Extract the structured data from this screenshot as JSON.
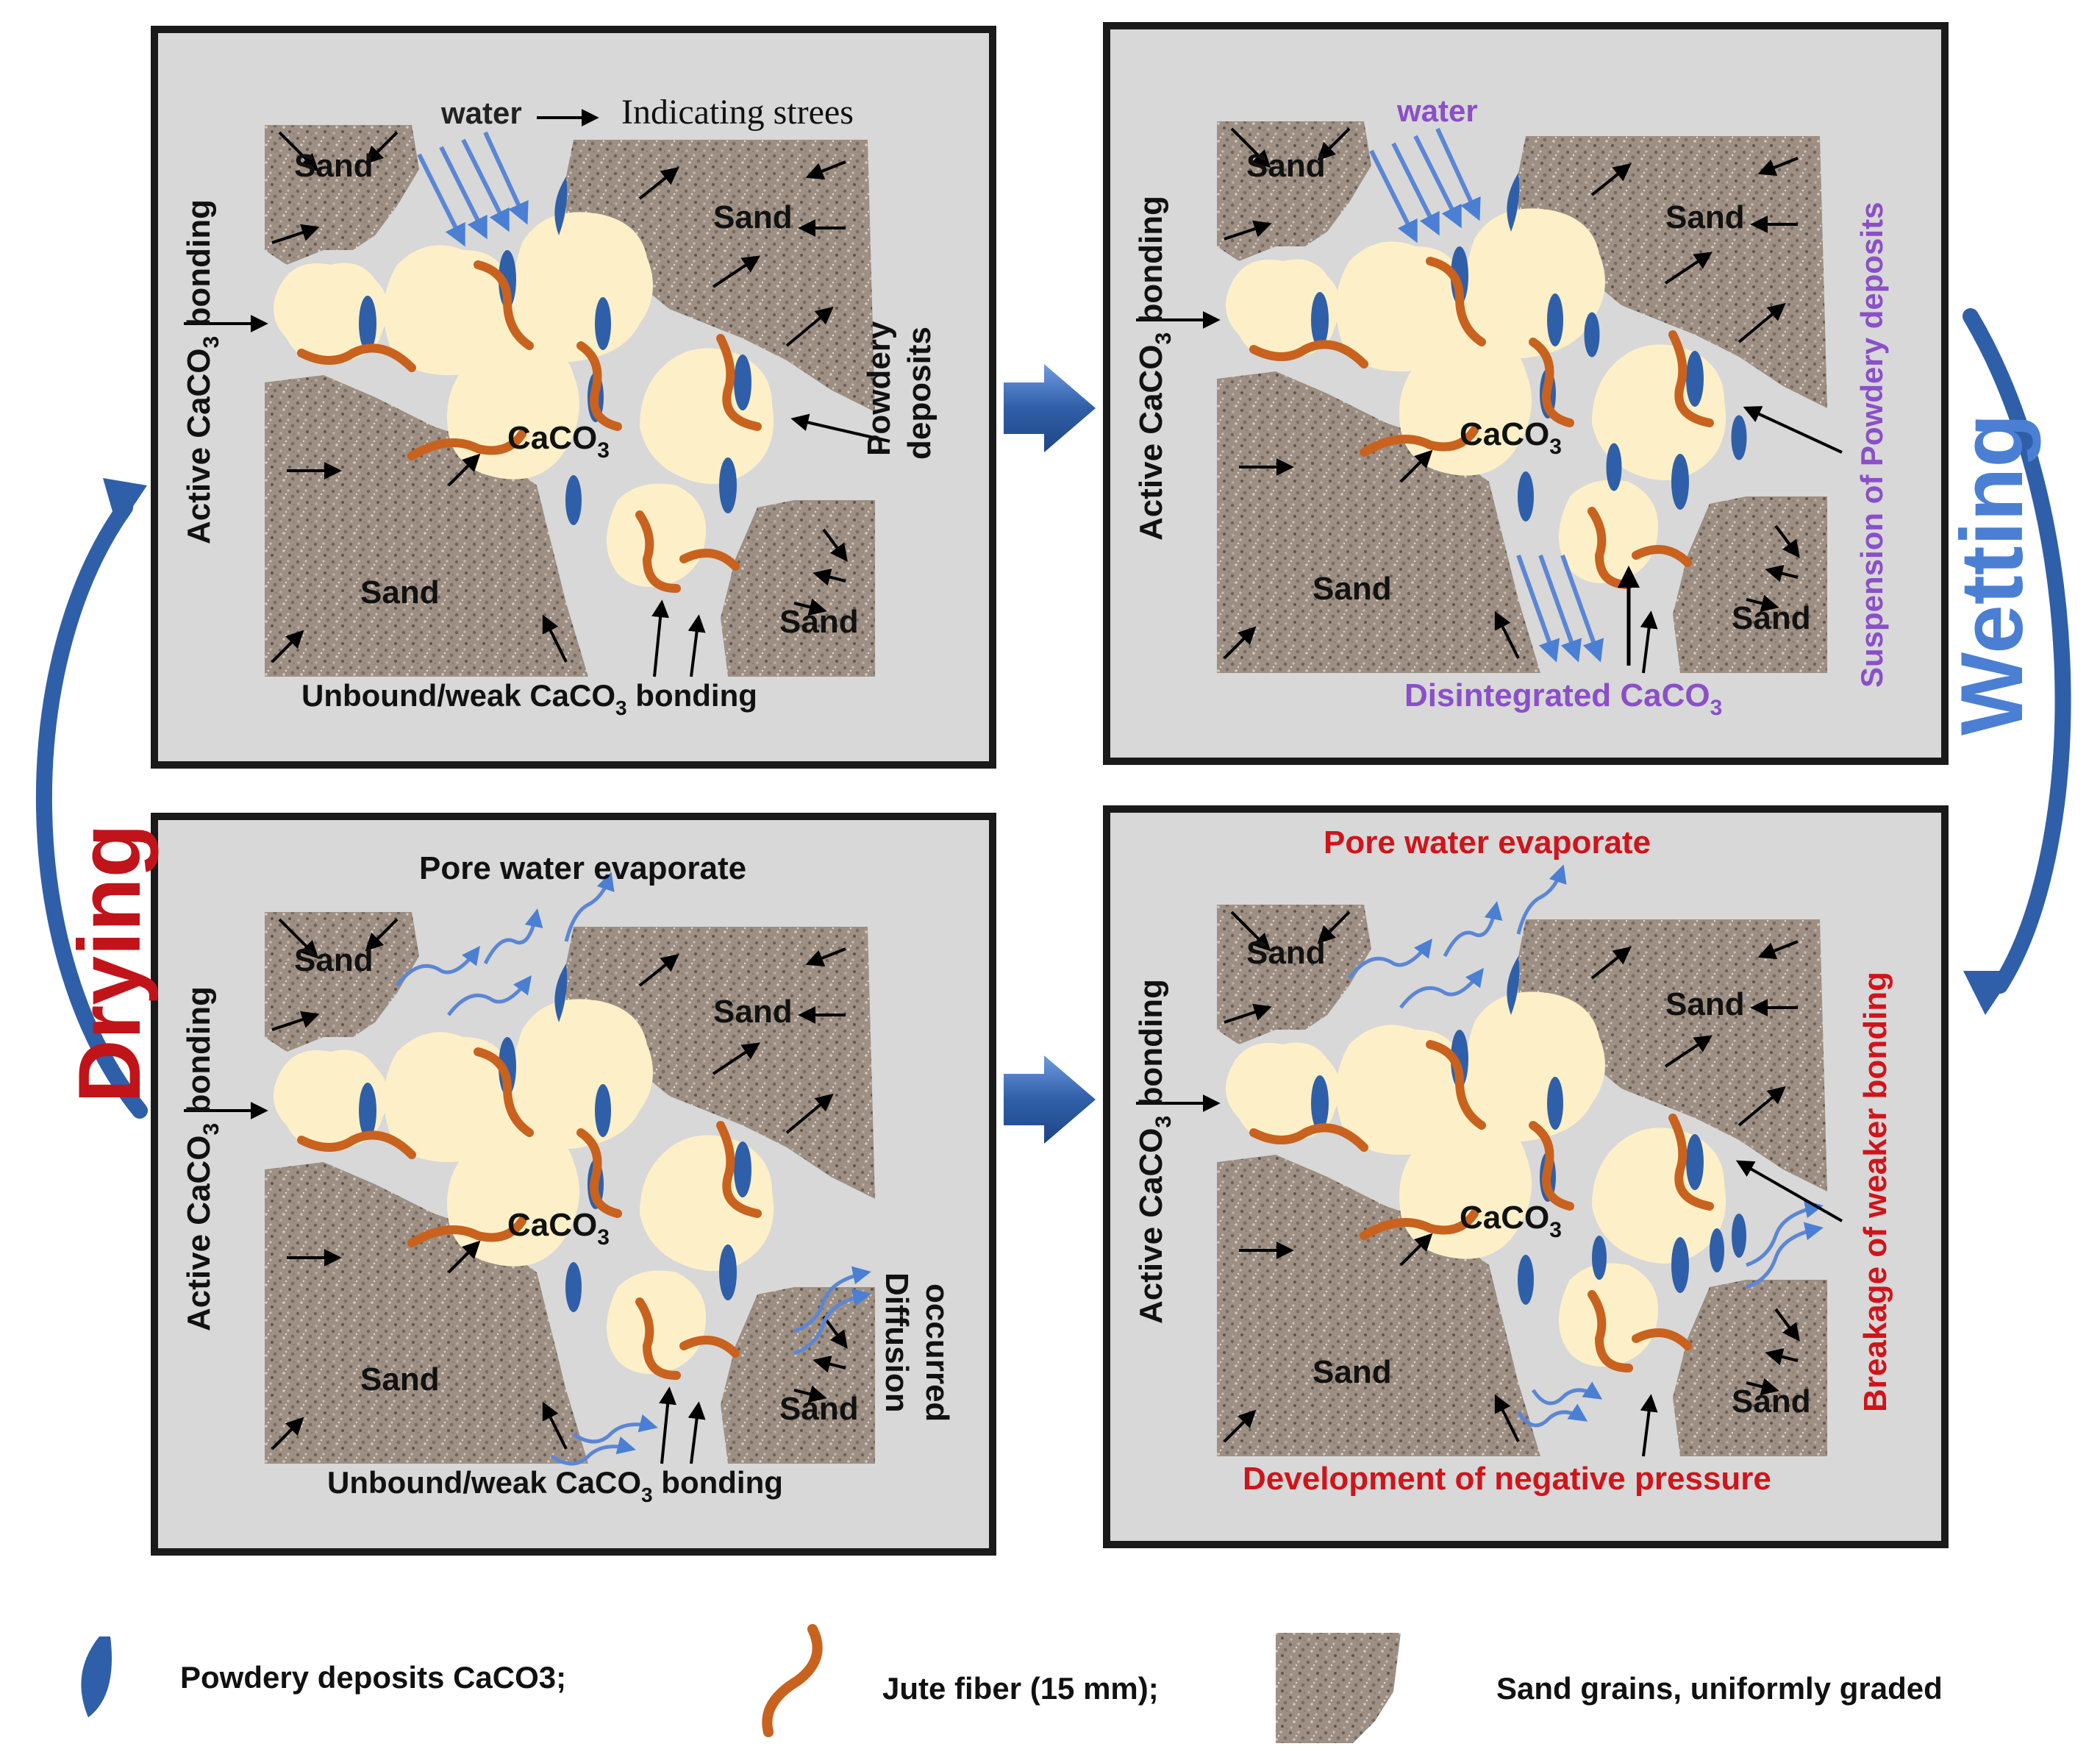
{
  "colors": {
    "panel_fill": "#d8d8d8",
    "panel_border": "#1a1a1a",
    "sand": "#9d8f83",
    "caco3": "#fdf0c8",
    "deposit": "#2f5fa8",
    "jute": "#c8621e",
    "water": "#5b86d6",
    "cycle_arrow": "#2f5fa8",
    "drying_text": "#c0141a",
    "wetting_text": "#4a7fd4",
    "red_text": "#d0141a",
    "purple_text": "#8a4fc9"
  },
  "cycle": {
    "drying": "Drying",
    "wetting": "Wetting"
  },
  "panels": {
    "top_left": {
      "water": "water",
      "indicating": "Indicating strees",
      "sand_1": "Sand",
      "sand_2": "Sand",
      "sand_3": "Sand",
      "sand_4": "Sand",
      "caco3": "CaCO",
      "caco3_sub": "3",
      "active_prefix": "Active  CaCO",
      "active_sub": "3",
      "active_suffix": " bonding",
      "powdery_1": "Powdery",
      "powdery_2": "deposits",
      "unbound_prefix": "Unbound/weak  CaCO",
      "unbound_sub": "3",
      "unbound_suffix": " bonding"
    },
    "top_right": {
      "water": "water",
      "sand_1": "Sand",
      "sand_2": "Sand",
      "sand_3": "Sand",
      "sand_4": "Sand",
      "caco3": "CaCO",
      "caco3_sub": "3",
      "active_prefix": "Active  CaCO",
      "active_sub": "3",
      "active_suffix": " bonding",
      "suspension": "Suspension  of  Powdery  deposits",
      "disintegrated_prefix": "Disintegrated CaCO",
      "disintegrated_sub": "3"
    },
    "bottom_left": {
      "evaporate": "Pore water evaporate",
      "sand_1": "Sand",
      "sand_2": "Sand",
      "sand_3": "Sand",
      "sand_4": "Sand",
      "caco3": "CaCO",
      "caco3_sub": "3",
      "active_prefix": "Active  CaCO",
      "active_sub": "3",
      "active_suffix": " bonding",
      "diffusion_1": "Diffusion",
      "diffusion_2": "occurred",
      "unbound_prefix": "Unbound/weak  CaCO",
      "unbound_sub": "3",
      "unbound_suffix": " bonding"
    },
    "bottom_right": {
      "evaporate": "Pore water evaporate",
      "sand_1": "Sand",
      "sand_2": "Sand",
      "sand_3": "Sand",
      "sand_4": "Sand",
      "caco3": "CaCO",
      "caco3_sub": "3",
      "active_prefix": "Active  CaCO",
      "active_sub": "3",
      "active_suffix": " bonding",
      "breakage": "Breakage  of  weaker  bonding",
      "negative": "Development  of negative  pressure"
    }
  },
  "legend": {
    "powdery": "Powdery deposits CaCO3;",
    "jute": "Jute fiber (15 mm);",
    "sand": "Sand grains, uniformly graded"
  }
}
